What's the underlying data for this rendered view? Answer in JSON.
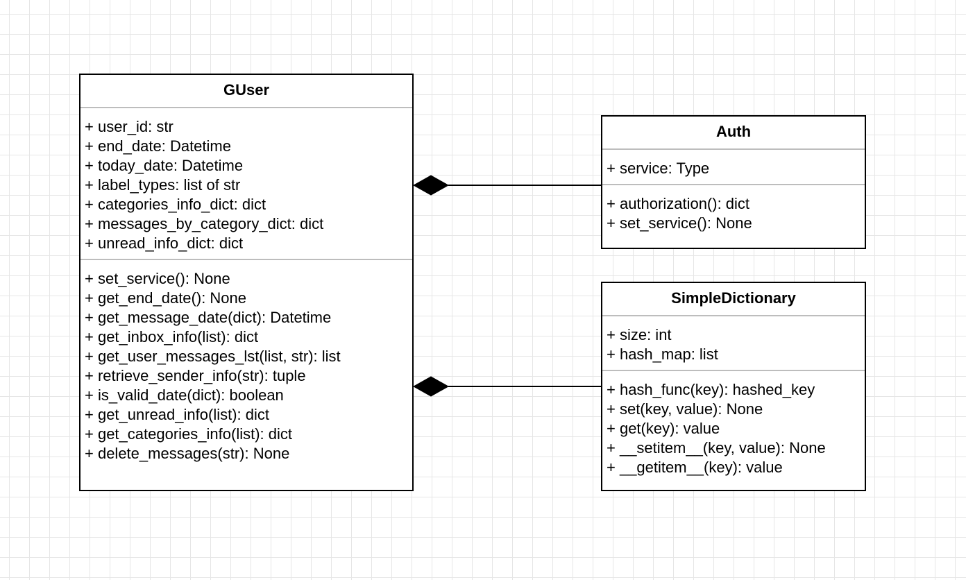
{
  "classes": {
    "guser": {
      "name": "GUser",
      "attributes": [
        "+ user_id: str",
        "+ end_date: Datetime",
        "+ today_date: Datetime",
        "+ label_types: list of str",
        "+ categories_info_dict: dict",
        "+ messages_by_category_dict: dict",
        "+ unread_info_dict: dict"
      ],
      "methods": [
        "+ set_service(): None",
        "+ get_end_date(): None",
        "+ get_message_date(dict): Datetime",
        "+ get_inbox_info(list): dict",
        "+ get_user_messages_lst(list, str): list",
        "+ retrieve_sender_info(str): tuple",
        "+ is_valid_date(dict): boolean",
        "+ get_unread_info(list): dict",
        "+ get_categories_info(list): dict",
        "+ delete_messages(str): None"
      ]
    },
    "auth": {
      "name": "Auth",
      "attributes": [
        "+ service: Type"
      ],
      "methods": [
        "+ authorization(): dict",
        "+ set_service(): None"
      ]
    },
    "simpledict": {
      "name": "SimpleDictionary",
      "attributes": [
        "+ size: int",
        "+ hash_map: list"
      ],
      "methods": [
        "+ hash_func(key): hashed_key",
        "+ set(key, value): None",
        "+ get(key): value",
        "+ __setitem__(key, value): None",
        "+ __getitem__(key): value"
      ]
    }
  },
  "relationships": [
    {
      "type": "composition",
      "whole": "GUser",
      "part": "Auth"
    },
    {
      "type": "composition",
      "whole": "GUser",
      "part": "SimpleDictionary"
    }
  ],
  "colors": {
    "background": "#ffffff",
    "grid": "#e6e6e6",
    "stroke": "#000000",
    "separator": "#bdbdbd"
  }
}
